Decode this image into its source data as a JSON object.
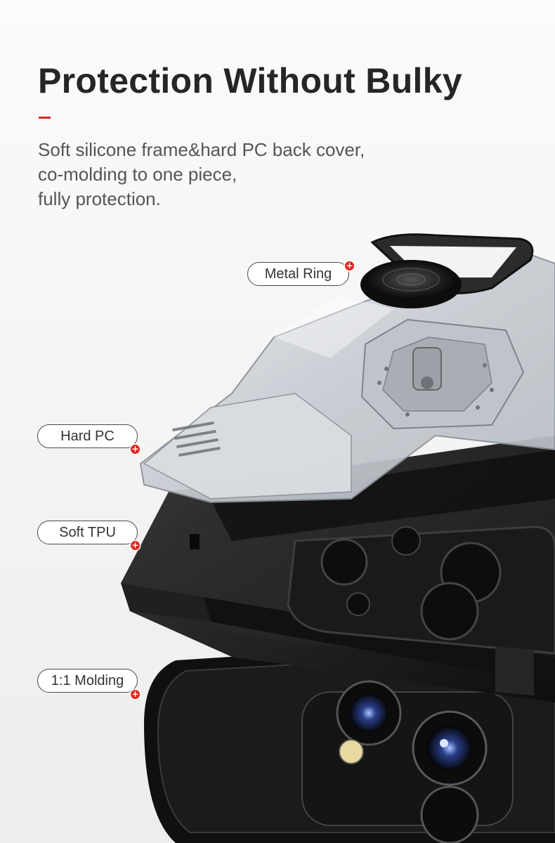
{
  "heading": {
    "title": "Protection Without Bulky",
    "subtitle_lines": [
      "Soft silicone frame&hard PC back cover,",
      "co-molding to one piece,",
      "fully protection."
    ]
  },
  "colors": {
    "accent": "#e0261f",
    "text": "#262626",
    "subtext": "#555555",
    "case_black": "#151515"
  },
  "callouts": [
    {
      "label": "Metal Ring",
      "icon": "plus-icon"
    },
    {
      "label": "Hard PC",
      "icon": "plus-icon"
    },
    {
      "label": "Soft TPU",
      "icon": "plus-icon"
    },
    {
      "label": "1:1 Molding",
      "icon": "plus-icon"
    }
  ]
}
